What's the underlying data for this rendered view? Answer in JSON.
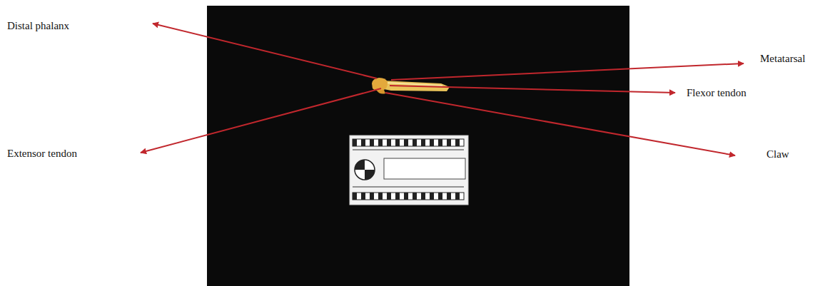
{
  "diagram": {
    "labels": [
      "Distal phalanx",
      "Metatarsal",
      "Flexor tendon",
      "Extensor tendon",
      "Claw"
    ]
  }
}
